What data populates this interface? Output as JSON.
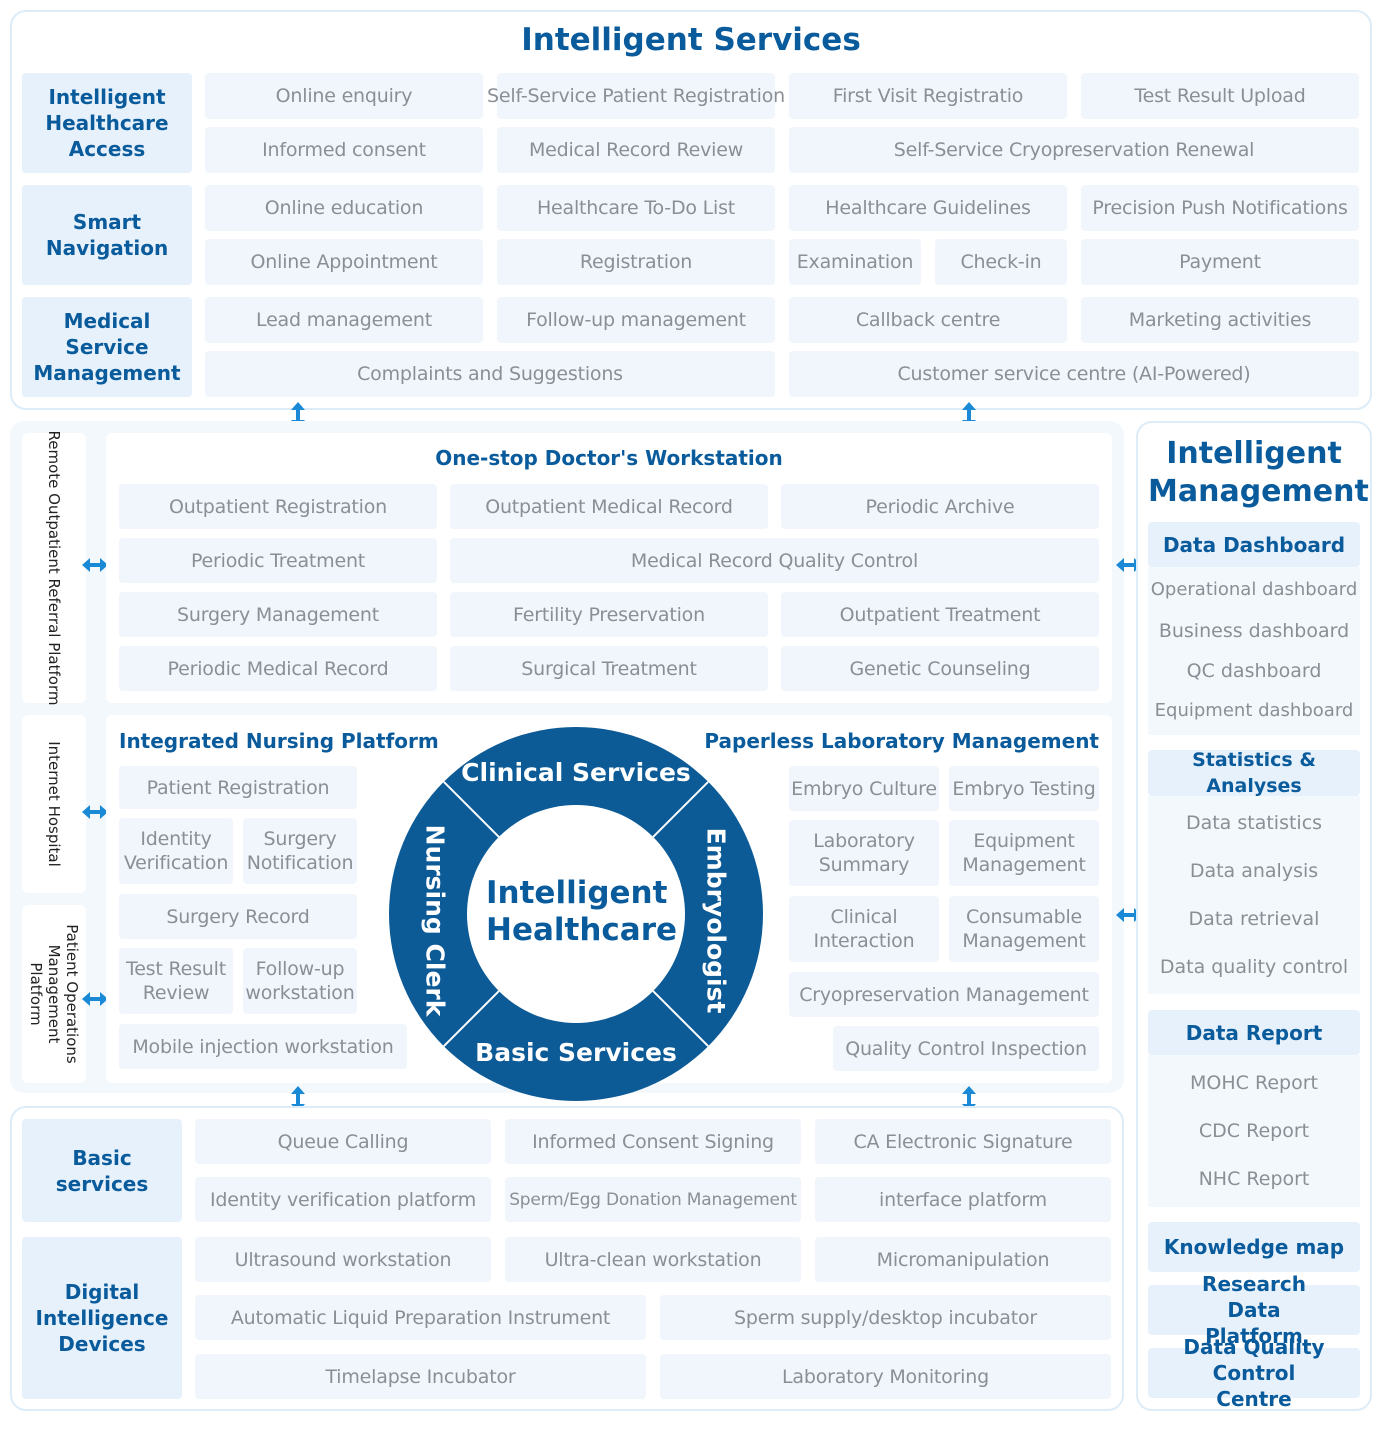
{
  "intelligent_services": {
    "title": "Intelligent Services",
    "healthcare_access": {
      "label": "Intelligent Healthcare Access",
      "items": [
        "Online enquiry",
        "Self-Service Patient Registration",
        "First Visit Registratio",
        "Test Result Upload",
        "Informed consent",
        "Medical Record Review",
        "Self-Service Cryopreservation Renewal"
      ]
    },
    "smart_navigation": {
      "label": "Smart Navigation",
      "items": [
        "Online education",
        "Healthcare To-Do List",
        "Healthcare Guidelines",
        "Precision Push Notifications",
        "Online Appointment",
        "Registration",
        "Examination",
        "Check-in",
        "Payment"
      ]
    },
    "medical_service_management": {
      "label": "Medical Service Management",
      "items": [
        "Lead management",
        "Follow-up management",
        "Callback centre",
        "Marketing activities",
        "Complaints and Suggestions",
        "Customer service centre (AI-Powered)"
      ]
    }
  },
  "side_platforms": [
    "Remote Outpatient Referral Platform",
    "Internet Hospital",
    "Patient Operations Management Platform"
  ],
  "doctor_workstation": {
    "title": "One-stop Doctor's Workstation",
    "items": [
      "Outpatient Registration",
      "Outpatient Medical Record",
      "Periodic Archive",
      "Periodic Treatment",
      "Medical Record Quality Control",
      "Surgery Management",
      "Fertility Preservation",
      "Outpatient Treatment",
      "Periodic Medical Record",
      "Surgical Treatment",
      "Genetic Counseling"
    ]
  },
  "nursing_platform": {
    "title": "Integrated Nursing Platform",
    "items": [
      "Patient Registration",
      "Identity Verification",
      "Surgery Notification",
      "Surgery Record",
      "Test Result Review",
      "Follow-up workstation",
      "Mobile injection workstation"
    ]
  },
  "laboratory": {
    "title": "Paperless Laboratory Management",
    "items": [
      "Embryo Culture",
      "Embryo Testing",
      "Laboratory Summary",
      "Equipment Management",
      "Clinical Interaction",
      "Consumable Management",
      "Cryopreservation Management",
      "Quality Control Inspection"
    ]
  },
  "circle": {
    "center": "Intelligent Healthcare",
    "top": "Clinical Services",
    "right": "Embryologist",
    "bottom": "Basic Services",
    "left": "Nursing Clerk"
  },
  "intelligent_management": {
    "title": "Intelligent Management",
    "data_dashboard": {
      "label": "Data Dashboard",
      "items": [
        "Operational dashboard",
        "Business dashboard",
        "QC dashboard",
        "Equipment dashboard"
      ]
    },
    "statistics": {
      "label": "Statistics & Analyses",
      "items": [
        "Data statistics",
        "Data analysis",
        "Data retrieval",
        "Data quality control"
      ]
    },
    "data_report": {
      "label": "Data Report",
      "items": [
        "MOHC Report",
        "CDC Report",
        "NHC Report"
      ]
    },
    "knowledge_map": "Knowledge map",
    "research_platform": "Research Data Platform",
    "quality_centre": "Data Quality Control Centre"
  },
  "basic_services": {
    "label": "Basic services",
    "items": [
      "Queue Calling",
      "Informed Consent Signing",
      "CA Electronic Signature",
      "Identity verification platform",
      "Sperm/Egg Donation Management",
      "interface platform"
    ]
  },
  "digital_devices": {
    "label": "Digital Intelligence Devices",
    "items": [
      "Ultrasound workstation",
      "Ultra-clean workstation",
      "Micromanipulation",
      "Automatic Liquid Preparation Instrument",
      "Sperm supply/desktop incubator",
      "Timelapse Incubator",
      "Laboratory Monitoring"
    ]
  },
  "colors": {
    "primary": "#0a5b9c",
    "dark_ring": "#0c5a96",
    "cell_bg": "#f0f6fc",
    "label_bg": "#e7f1fb",
    "arrow": "#1a8ad6",
    "border": "#dcecf8"
  }
}
